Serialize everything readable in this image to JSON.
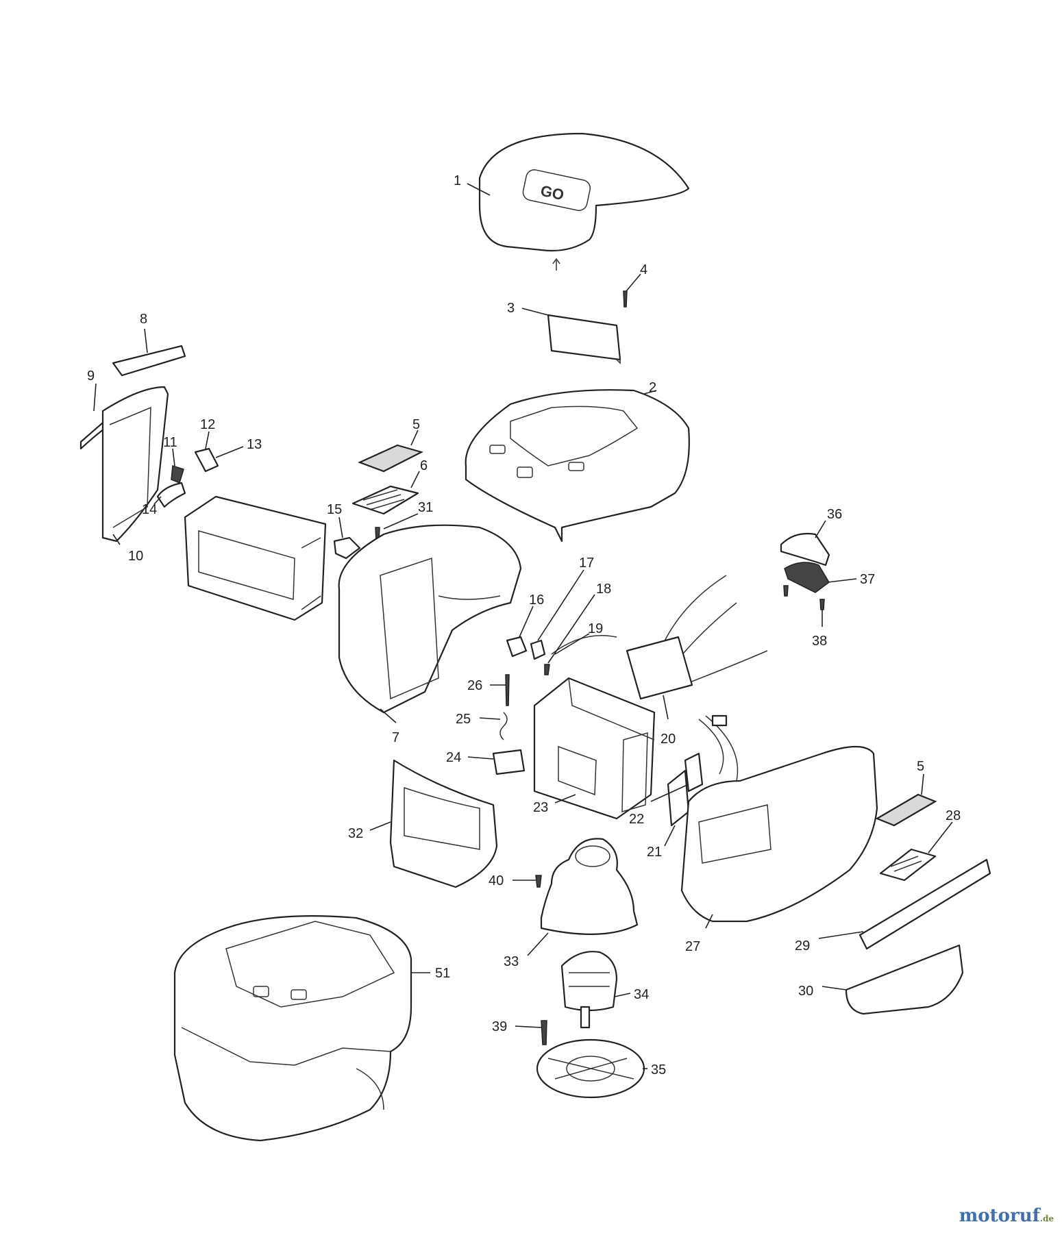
{
  "diagram": {
    "callouts": [
      "1",
      "2",
      "3",
      "4",
      "5",
      "6",
      "7",
      "8",
      "9",
      "10",
      "11",
      "12",
      "13",
      "14",
      "15",
      "16",
      "17",
      "18",
      "19",
      "20",
      "21",
      "22",
      "23",
      "24",
      "25",
      "26",
      "27",
      "5",
      "28",
      "29",
      "30",
      "31",
      "32",
      "33",
      "34",
      "35",
      "36",
      "37",
      "38",
      "39",
      "40",
      "51"
    ],
    "logo_text": "GO"
  },
  "watermark": {
    "main": "motoruf",
    "tld": ".de",
    "colors": {
      "main": "#3f6fb3",
      "tld": "#6b8a3a"
    }
  }
}
